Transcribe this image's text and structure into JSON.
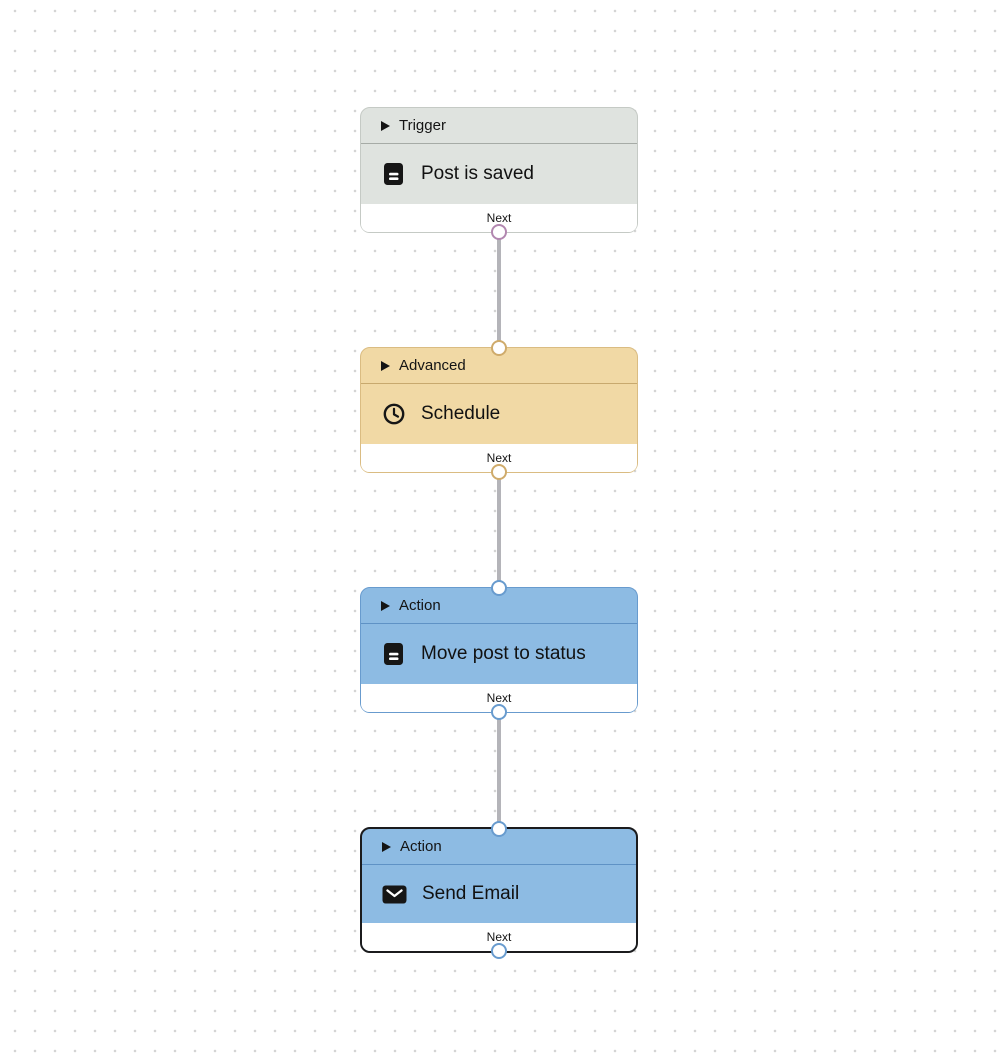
{
  "canvas": {
    "dot_color": "#d4d4d4",
    "connector_color": "#b4b4b9",
    "background_color": "#ffffff"
  },
  "nodes": [
    {
      "type": "trigger",
      "category_label": "Trigger",
      "title": "Post is saved",
      "icon": "document-icon",
      "footer_label": "Next",
      "selected": false,
      "colors": {
        "bg": "#dfe3df",
        "border": "#c5cac5",
        "divider": "#a6aba6",
        "port": "#b287b0"
      }
    },
    {
      "type": "advanced",
      "category_label": "Advanced",
      "title": "Schedule",
      "icon": "clock-icon",
      "footer_label": "Next",
      "selected": false,
      "colors": {
        "bg": "#f1d9a5",
        "border": "#dabc82",
        "divider": "#c8a96e",
        "port": "#cfab6b"
      }
    },
    {
      "type": "action",
      "category_label": "Action",
      "title": "Move post to status",
      "icon": "document-icon",
      "footer_label": "Next",
      "selected": false,
      "colors": {
        "bg": "#8dbbe3",
        "border": "#689bce",
        "divider": "#5f92c5",
        "port": "#689bce"
      }
    },
    {
      "type": "action",
      "category_label": "Action",
      "title": "Send Email",
      "icon": "envelope-icon",
      "footer_label": "Next",
      "selected": true,
      "colors": {
        "bg": "#8dbbe3",
        "border": "#1b1b1d",
        "divider": "#5f92c5",
        "port": "#689bce"
      }
    }
  ]
}
